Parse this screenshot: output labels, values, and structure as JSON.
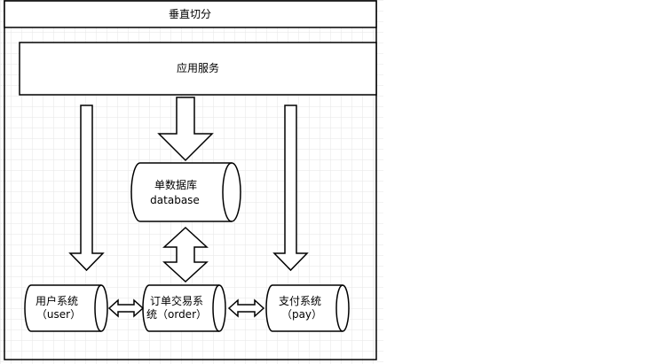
{
  "frame": {
    "title": "垂直切分"
  },
  "app_layer": {
    "label": "应用服务"
  },
  "database": {
    "line1": "单数据库",
    "line2": "database"
  },
  "services": [
    {
      "line1": "用户系统",
      "line2": "（user）"
    },
    {
      "line1": "订单交易系",
      "line2": "统（order）"
    },
    {
      "line1": "支付系统",
      "line2": "（pay）"
    }
  ],
  "colors": {
    "stroke": "#000000",
    "fill": "#ffffff",
    "grid": "#e6e6e6"
  }
}
